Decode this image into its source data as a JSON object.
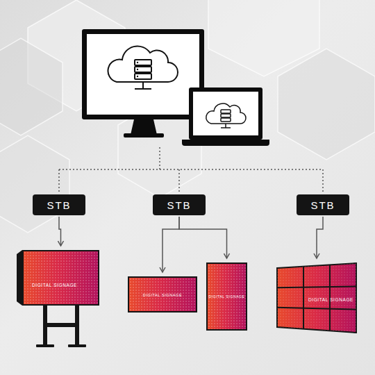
{
  "diagram": {
    "nodes": [
      {
        "text": [
          "STB"
        ]
      },
      {
        "text": [
          "STB"
        ]
      },
      {
        "text": [
          "STB"
        ]
      },
      {
        "text": [
          "DIGITAL SIGNAGE"
        ]
      },
      {
        "text": [
          "DIGITAL SIGNAGE"
        ]
      },
      {
        "text": [
          "DIGITAL SIGNAGE"
        ]
      },
      {
        "text": [
          "DIGITAL SIGNAGE"
        ]
      }
    ],
    "edges": [
      {
        "from": 0,
        "to": 3,
        "arrow": "to"
      },
      {
        "from": 1,
        "to": 4,
        "arrow": "to"
      },
      {
        "from": 1,
        "to": 5,
        "arrow": "to"
      },
      {
        "from": 2,
        "to": 6,
        "arrow": "to"
      }
    ]
  }
}
